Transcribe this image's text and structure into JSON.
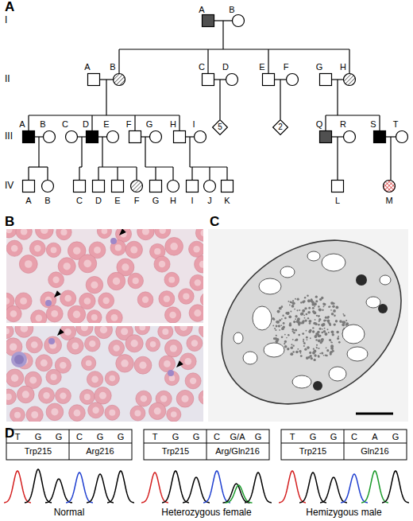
{
  "diagram": {
    "nodes": [
      {
        "text": [
          "5"
        ]
      },
      {
        "text": [
          "2"
        ]
      }
    ],
    "labels": [
      "A",
      "I",
      "II",
      "III",
      "IV",
      "A",
      "B",
      "A",
      "B",
      "C",
      "D",
      "E",
      "F",
      "G",
      "H",
      "A",
      "B",
      "C",
      "D",
      "E",
      "F",
      "G",
      "H",
      "I",
      "Q",
      "R",
      "S",
      "T",
      "A",
      "B",
      "C",
      "D",
      "E",
      "F",
      "G",
      "H",
      "I",
      "J",
      "K",
      "L",
      "M",
      "B",
      "C",
      "D",
      "T",
      "G",
      "G",
      "C",
      "G",
      "G",
      "Trp215",
      "Arg216",
      "Normal",
      "T",
      "G",
      "G",
      "C",
      "G/A",
      "G",
      "Trp215",
      "Arg/Gln216",
      "Heterozygous female",
      "T",
      "G",
      "G",
      "C",
      "A",
      "G",
      "Trp215",
      "Gln216",
      "Hemizygous male"
    ]
  }
}
